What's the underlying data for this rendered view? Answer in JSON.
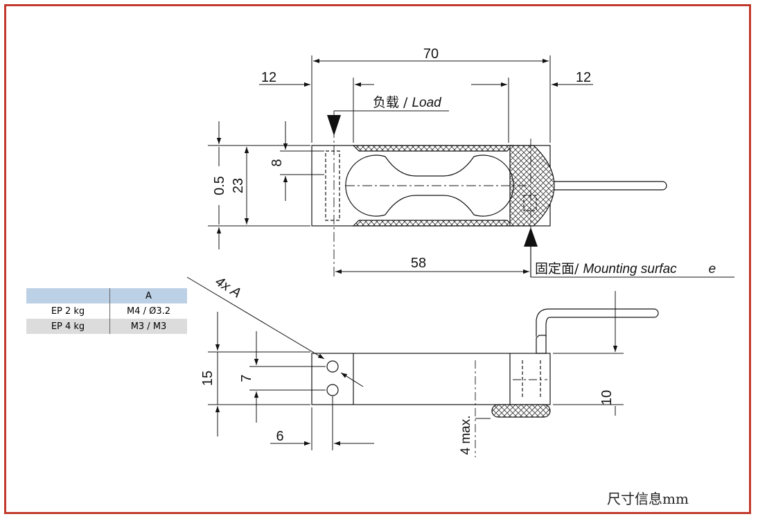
{
  "title_units": "尺寸信息mm",
  "dimensions": {
    "total_length": "70",
    "left_offset": "12",
    "right_offset": "12",
    "hole_spacing": "58",
    "height_23": "23",
    "height_8": "8",
    "gap_05": "0.5",
    "side_15": "15",
    "side_7": "7",
    "side_6": "6",
    "side_10": "10",
    "side_4max": "4 max.",
    "hole_label": "4x A"
  },
  "labels": {
    "load_cn": "负载 / ",
    "load_en": "Load",
    "mount_cn": "固定面/ ",
    "mount_en": "Mounting surfac",
    "mount_tail": "e"
  },
  "table": {
    "header": [
      "",
      "A"
    ],
    "rows": [
      {
        "model": "EP 2 kg",
        "value": "M4 / Ø3.2"
      },
      {
        "model": "EP 4 kg",
        "value": "M3 / M3"
      }
    ]
  },
  "colors": {
    "frame": "#c0392b",
    "table_header": "#bcd0e6",
    "table_row": "#dcdcdc"
  }
}
